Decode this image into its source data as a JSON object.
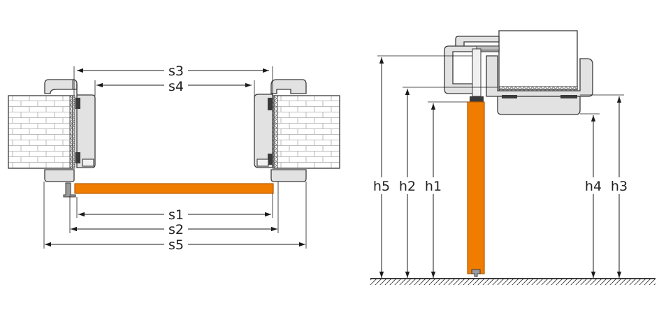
{
  "labels": {
    "s1": "s1",
    "s2": "s2",
    "s3": "s3",
    "s4": "s4",
    "s5": "s5",
    "h1": "h1",
    "h2": "h2",
    "h3": "h3",
    "h4": "h4",
    "h5": "h5"
  },
  "colors": {
    "door_leaf": "#f07c00",
    "door_leaf_edge": "#b65a00",
    "frame_fill": "#e2e2e2",
    "outline": "#3a3a3a"
  }
}
